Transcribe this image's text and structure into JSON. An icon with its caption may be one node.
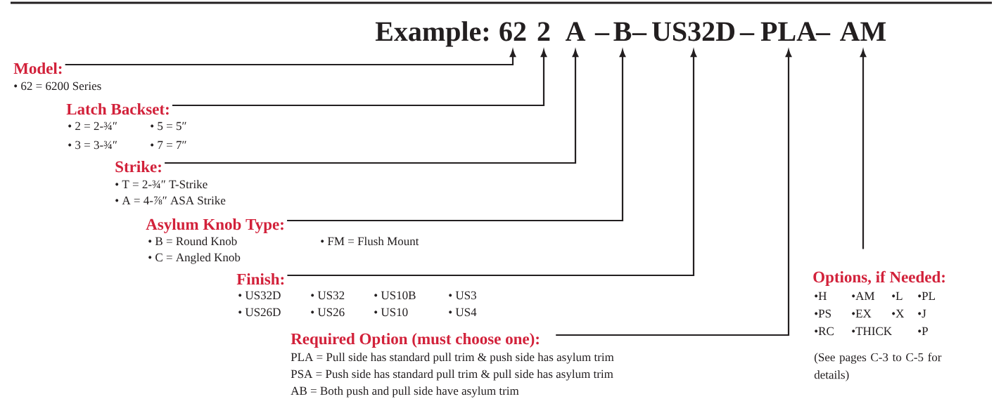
{
  "diagram": {
    "nodes": [
      {
        "text": [
          "62"
        ]
      },
      {
        "text": [
          "2"
        ]
      },
      {
        "text": [
          "A"
        ]
      },
      {
        "text": [
          "B"
        ]
      },
      {
        "text": [
          "US32D"
        ]
      },
      {
        "text": [
          "PLA"
        ]
      },
      {
        "text": [
          "AM"
        ]
      },
      {
        "text": [
          "Model:",
          "• 62 = 6200 Series"
        ]
      },
      {
        "text": [
          "Latch Backset:",
          "• 2 = 2-¾″",
          "• 5 = 5″",
          "• 3 = 3-¾″",
          "• 7 = 7″"
        ]
      },
      {
        "text": [
          "Strike:",
          "• T = 2-¾″ T-Strike",
          "• A = 4-⅞″ ASA Strike"
        ]
      },
      {
        "text": [
          "Asylum Knob Type:",
          "• B = Round Knob",
          "• FM = Flush Mount",
          "• C = Angled Knob"
        ]
      },
      {
        "text": [
          "Finish:",
          "• US32D",
          "• US32",
          "• US10B",
          "• US3",
          "• US26D",
          "• US26",
          "• US10",
          "• US4"
        ]
      },
      {
        "text": [
          "Required Option (must choose one):",
          "PLA = Pull side has standard pull trim & push side has asylum trim",
          "PSA = Push side has standard pull trim & pull side has asylum trim",
          "AB = Both push and pull side have asylum trim"
        ]
      },
      {
        "text": [
          "Options, if Needed:",
          "•H",
          "•AM",
          "•L",
          "•PL",
          "•PS",
          "•EX",
          "•X",
          "•J",
          "•RC",
          "•THICK",
          "•P",
          "(See pages C-3 to C-5 for details)"
        ]
      }
    ],
    "edges": [
      {
        "from": 7,
        "to": 0,
        "arrow": "to"
      },
      {
        "from": 8,
        "to": 1,
        "arrow": "to"
      },
      {
        "from": 9,
        "to": 2,
        "arrow": "to"
      },
      {
        "from": 10,
        "to": 3,
        "arrow": "to"
      },
      {
        "from": 11,
        "to": 4,
        "arrow": "to"
      },
      {
        "from": 12,
        "to": 5,
        "arrow": "to"
      },
      {
        "from": 13,
        "to": 6,
        "arrow": "to"
      }
    ],
    "labels": [
      "Example:",
      "–",
      "–",
      "–",
      "–"
    ]
  }
}
